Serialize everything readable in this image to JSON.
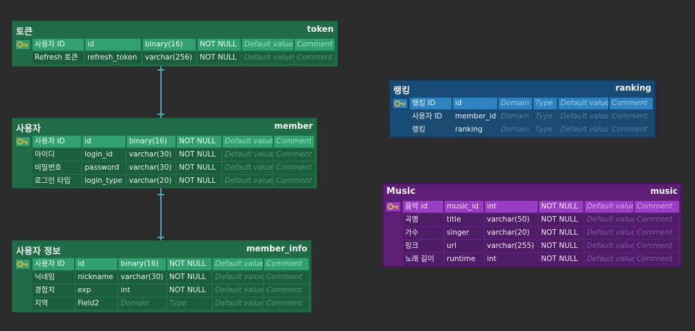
{
  "tables": [
    {
      "logical": "토큰",
      "physical": "token",
      "theme": "green",
      "columns": [
        {
          "logical": "사용자 ID",
          "physical": "id",
          "type": "binary(16)",
          "nullable": "NOT NULL",
          "default": "Default value",
          "comment": "Comment",
          "pk": true
        },
        {
          "logical": "Refresh 토큰",
          "physical": "refresh_token",
          "type": "varchar(256)",
          "nullable": "NOT NULL",
          "default": "Default value",
          "comment": "Comment",
          "pk": false
        }
      ]
    },
    {
      "logical": "사용자",
      "physical": "member",
      "theme": "green",
      "columns": [
        {
          "logical": "사용자 ID",
          "physical": "id",
          "type": "binary(16)",
          "nullable": "NOT NULL",
          "default": "Default value",
          "comment": "Comment",
          "pk": true
        },
        {
          "logical": "아이디",
          "physical": "login_id",
          "type": "varchar(30)",
          "nullable": "NOT NULL",
          "default": "Default value",
          "comment": "Comment",
          "pk": false
        },
        {
          "logical": "비밀번호",
          "physical": "password",
          "type": "varchar(30)",
          "nullable": "NOT NULL",
          "default": "Default value",
          "comment": "Comment",
          "pk": false
        },
        {
          "logical": "로그인 타입",
          "physical": "login_type",
          "type": "varchar(20)",
          "nullable": "NOT NULL",
          "default": "Default value",
          "comment": "Comment",
          "pk": false
        }
      ]
    },
    {
      "logical": "사용자 정보",
      "physical": "member_info",
      "theme": "green",
      "columns": [
        {
          "logical": "사용자 ID",
          "physical": "id",
          "type": "binary(16)",
          "nullable": "NOT NULL",
          "default": "Default value",
          "comment": "Comment",
          "pk": true
        },
        {
          "logical": "닉네임",
          "physical": "nickname",
          "type": "varchar(30)",
          "nullable": "NOT NULL",
          "default": "Default value",
          "comment": "Comment",
          "pk": false
        },
        {
          "logical": "경험치",
          "physical": "exp",
          "type": "int",
          "nullable": "NOT NULL",
          "default": "Default value",
          "comment": "Comment",
          "pk": false
        },
        {
          "logical": "지역",
          "physical": "Field2",
          "type": "Domain",
          "nullable": "Type",
          "default": "Default value",
          "comment": "Comment",
          "pk": false
        }
      ]
    },
    {
      "logical": "랭킹",
      "physical": "ranking",
      "theme": "blue",
      "columns": [
        {
          "logical": "랭킹 ID",
          "physical": "id",
          "type": "Domain",
          "nullable": "Type",
          "default": "Default value",
          "comment": "Comment",
          "pk": true
        },
        {
          "logical": "사용자 ID",
          "physical": "member_id",
          "type": "Domain",
          "nullable": "Type",
          "default": "Default value",
          "comment": "Comment",
          "pk": false
        },
        {
          "logical": "랭킹",
          "physical": "ranking",
          "type": "Domain",
          "nullable": "Type",
          "default": "Default value",
          "comment": "Comment",
          "pk": false
        }
      ]
    },
    {
      "logical": "Music",
      "physical": "music",
      "theme": "purple",
      "columns": [
        {
          "logical": "음악 id",
          "physical": "music_id",
          "type": "int",
          "nullable": "NOT NULL",
          "default": "Default value",
          "comment": "Comment",
          "pk": true
        },
        {
          "logical": "곡명",
          "physical": "title",
          "type": "varchar(50)",
          "nullable": "NOT NULL",
          "default": "Default value",
          "comment": "Comment",
          "pk": false
        },
        {
          "logical": "가수",
          "physical": "singer",
          "type": "varchar(20)",
          "nullable": "NOT NULL",
          "default": "Default value",
          "comment": "Comment",
          "pk": false
        },
        {
          "logical": "링크",
          "physical": "url",
          "type": "varchar(255)",
          "nullable": "NOT NULL",
          "default": "Default value",
          "comment": "Comment",
          "pk": false
        },
        {
          "logical": "노래 길이",
          "physical": "runtime",
          "type": "int",
          "nullable": "NOT NULL",
          "default": "Default value",
          "comment": "Comment",
          "pk": false
        }
      ]
    }
  ],
  "relationships": [
    {
      "from": "member",
      "to": "token"
    },
    {
      "from": "member",
      "to": "member_info"
    }
  ],
  "colors": {
    "background": "#2b2b2b",
    "green": "#1f6c47",
    "blue": "#174a75",
    "purple": "#5c1f75",
    "connector": "#4aa6b8",
    "key_icon": "#d7b13a"
  }
}
